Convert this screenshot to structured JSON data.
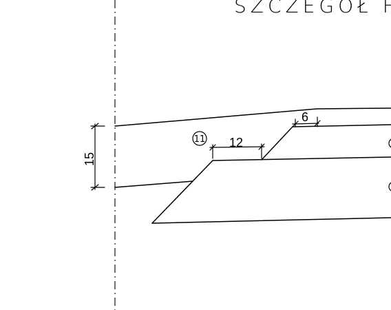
{
  "drawing": {
    "title": "SZCZEGÓŁ F",
    "dimensions": {
      "height_left": "15",
      "top_ledge": "6",
      "step_width": "12"
    },
    "callout": "11"
  }
}
